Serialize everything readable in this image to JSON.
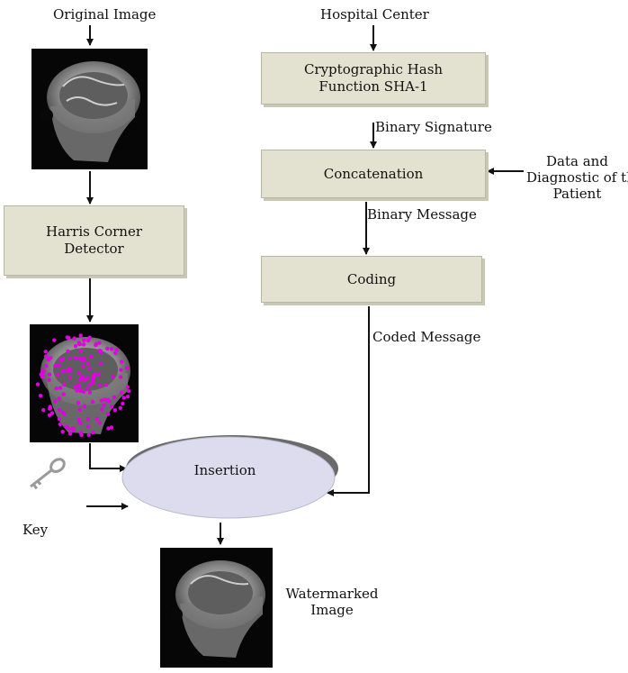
{
  "labels": {
    "original_image": "Original Image",
    "hospital_center": "Hospital Center",
    "binary_signature": "Binary Signature",
    "binary_message": "Binary Message",
    "coded_message": "Coded Message",
    "patient_data_line1": "Data and",
    "patient_data_line2": "Diagnostic of the",
    "patient_data_line3": "Patient",
    "key": "Key",
    "watermarked_line1": "Watermarked",
    "watermarked_line2": "Image"
  },
  "boxes": {
    "hash_line1": "Cryptographic Hash",
    "hash_line2": "Function SHA-1",
    "concatenation": "Concatenation",
    "coding": "Coding",
    "harris_line1": "Harris Corner",
    "harris_line2": "Detector",
    "insertion": "Insertion"
  },
  "icons": {
    "key": "key-icon",
    "original_mri": "mri-scan-icon",
    "corners_mri": "mri-corner-points-icon",
    "watermarked_mri": "mri-watermarked-icon"
  },
  "colors": {
    "box_fill": "#e3e1cf",
    "ellipse_fill": "#dcdcee",
    "corner_points": "#e000e0"
  }
}
